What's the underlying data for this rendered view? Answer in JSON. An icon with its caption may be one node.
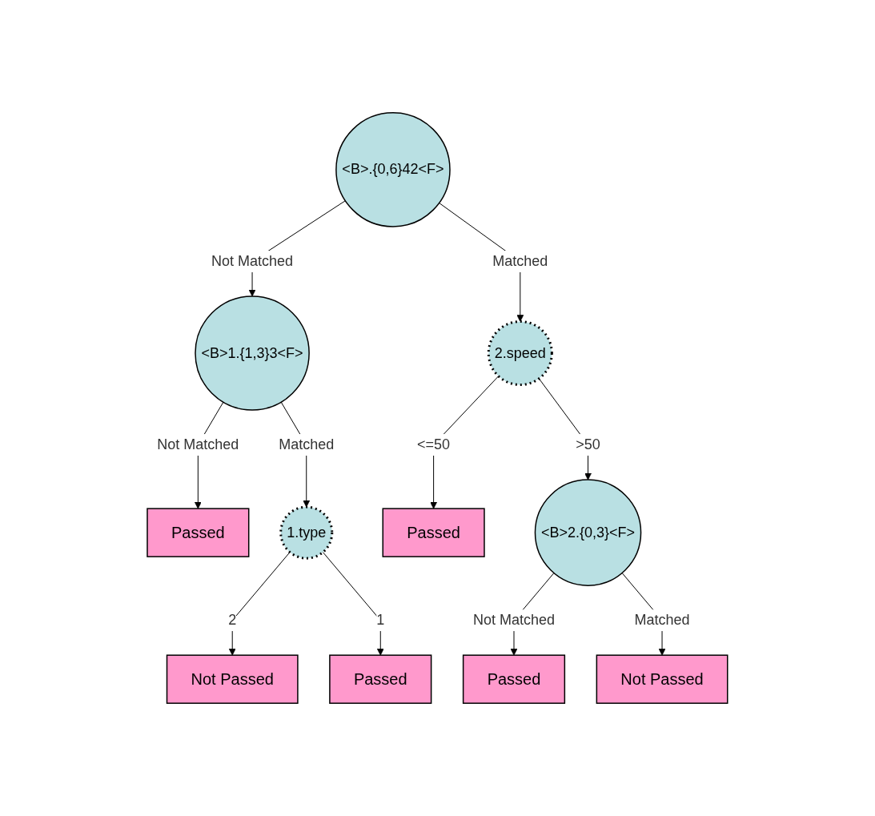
{
  "diagram": {
    "nodes": [
      {
        "text": [
          "<B>.{0,6}42<F>"
        ]
      },
      {
        "text": [
          "<B>1.{1,3}3<F>"
        ]
      },
      {
        "text": [
          "2.speed"
        ]
      },
      {
        "text": [
          "Passed"
        ]
      },
      {
        "text": [
          "1.type"
        ]
      },
      {
        "text": [
          "Passed"
        ]
      },
      {
        "text": [
          "<B>2.{0,3}<F>"
        ]
      },
      {
        "text": [
          "Not Passed"
        ]
      },
      {
        "text": [
          "Passed"
        ]
      },
      {
        "text": [
          "Passed"
        ]
      },
      {
        "text": [
          "Not Passed"
        ]
      }
    ],
    "edges": [
      {
        "from": 0,
        "to": 1,
        "arrow": "to",
        "label": "Not Matched"
      },
      {
        "from": 0,
        "to": 2,
        "arrow": "to",
        "label": "Matched"
      },
      {
        "from": 1,
        "to": 3,
        "arrow": "to",
        "label": "Not Matched"
      },
      {
        "from": 1,
        "to": 4,
        "arrow": "to",
        "label": "Matched"
      },
      {
        "from": 2,
        "to": 5,
        "arrow": "to",
        "label": "<=50"
      },
      {
        "from": 2,
        "to": 6,
        "arrow": "to",
        "label": ">50"
      },
      {
        "from": 4,
        "to": 7,
        "arrow": "to",
        "label": "2"
      },
      {
        "from": 4,
        "to": 8,
        "arrow": "to",
        "label": "1"
      },
      {
        "from": 6,
        "to": 9,
        "arrow": "to",
        "label": "Not Matched"
      },
      {
        "from": 6,
        "to": 10,
        "arrow": "to",
        "label": "Matched"
      }
    ]
  }
}
